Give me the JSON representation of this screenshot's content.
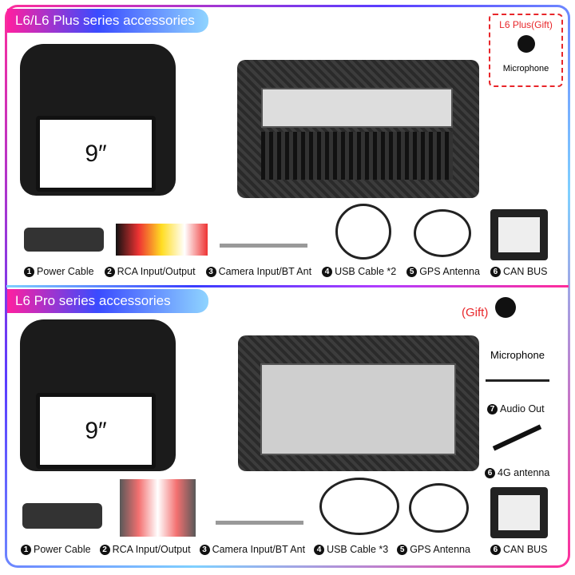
{
  "sections": [
    {
      "title": "L6/L6 Plus series accessories",
      "screen_size": "9″",
      "gift": {
        "tag": "L6 Plus(Gift)",
        "label": "Microphone"
      },
      "items": [
        {
          "n": "1",
          "label": "Power Cable"
        },
        {
          "n": "2",
          "label": "RCA Input/Output"
        },
        {
          "n": "3",
          "label": "Camera Input/BT Ant"
        },
        {
          "n": "4",
          "label": "USB Cable *2"
        },
        {
          "n": "5",
          "label": "GPS Antenna"
        },
        {
          "n": "6",
          "label": "CAN BUS"
        }
      ]
    },
    {
      "title": "L6 Pro series accessories",
      "screen_size": "9″",
      "gift": {
        "tag": "(Gift)",
        "label": "Microphone"
      },
      "extras": [
        {
          "n": "7",
          "label": "Audio Out"
        },
        {
          "n": "6",
          "label": "4G antenna"
        }
      ],
      "items": [
        {
          "n": "1",
          "label": "Power Cable"
        },
        {
          "n": "2",
          "label": "RCA Input/Output"
        },
        {
          "n": "3",
          "label": "Camera Input/BT Ant"
        },
        {
          "n": "4",
          "label": "USB Cable *3"
        },
        {
          "n": "5",
          "label": "GPS Antenna"
        },
        {
          "n": "6",
          "label": "CAN BUS"
        }
      ]
    }
  ],
  "colors": {
    "banner_start": "#ff1fa0",
    "banner_mid": "#3a4bff",
    "banner_end": "#8fd4ff",
    "gift_red": "#e8262a"
  }
}
